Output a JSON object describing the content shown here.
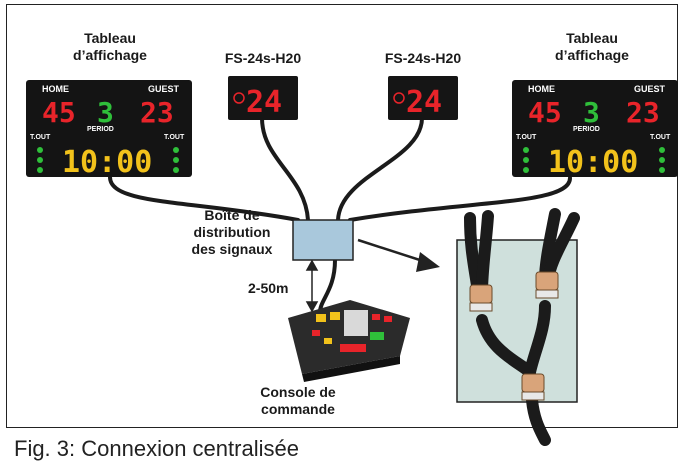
{
  "labels": {
    "scoreboard_left": [
      "Tableau",
      "d’affichage"
    ],
    "scoreboard_right": [
      "Tableau",
      "d’affichage"
    ],
    "shotclock_left": "FS-24s-H20",
    "shotclock_right": "FS-24s-H20",
    "distribution_box": [
      "Boîte de",
      "distribution",
      "des signaux"
    ],
    "distance": "2-50m",
    "console": [
      "Console de",
      "commande"
    ]
  },
  "scoreboard": {
    "home": "HOME",
    "guest": "GUEST",
    "home_score": "45",
    "period": "3",
    "guest_score": "23",
    "period_label": "PERIOD",
    "tout_left": "T.OUT",
    "tout_right": "T.OUT",
    "time": "10:00"
  },
  "shotclock": {
    "value": "24"
  },
  "caption": "Fig. 3:  Connexion centralisée",
  "colors": {
    "red_digit": "#e8242a",
    "green_digit": "#2fbf3a",
    "yellow_digit": "#f2c21b",
    "box_fill": "#a9c8dc",
    "panel_fill": "#cfe0dc",
    "cable": "#1b1b1b"
  }
}
